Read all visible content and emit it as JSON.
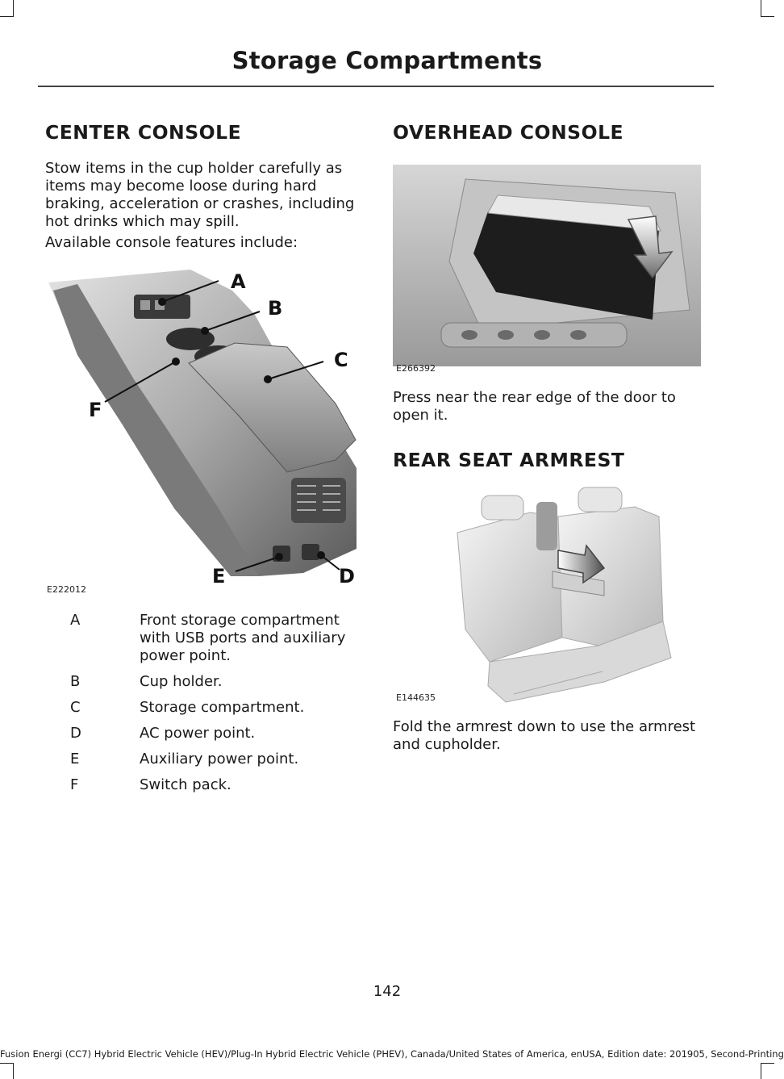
{
  "header": {
    "title": "Storage Compartments"
  },
  "left": {
    "heading": "CENTER CONSOLE",
    "intro": "Stow items in the cup holder carefully as items may become loose during hard braking, acceleration or crashes, including hot drinks which may spill.",
    "features_intro": "Available console features include:",
    "figure": {
      "code": "E222012",
      "callouts": [
        "A",
        "B",
        "C",
        "D",
        "E",
        "F"
      ]
    },
    "legend": [
      {
        "key": "A",
        "text": "Front storage compartment with USB ports and auxiliary power point."
      },
      {
        "key": "B",
        "text": "Cup holder."
      },
      {
        "key": "C",
        "text": "Storage compartment."
      },
      {
        "key": "D",
        "text": "AC power point."
      },
      {
        "key": "E",
        "text": "Auxiliary power point."
      },
      {
        "key": "F",
        "text": "Switch pack."
      }
    ]
  },
  "right": {
    "overhead": {
      "heading": "OVERHEAD CONSOLE",
      "figure_code": "E266392",
      "text": "Press near the rear edge of the door to open it."
    },
    "armrest": {
      "heading": "REAR SEAT ARMREST",
      "figure_code": "E144635",
      "text": "Fold the armrest down to use the armrest and cupholder."
    }
  },
  "page_number": "142",
  "footer": "Fusion Energi (CC7) Hybrid Electric Vehicle (HEV)/Plug-In Hybrid Electric Vehicle (PHEV), Canada/United States of America, enUSA, Edition date: 201905, Second-Printing"
}
